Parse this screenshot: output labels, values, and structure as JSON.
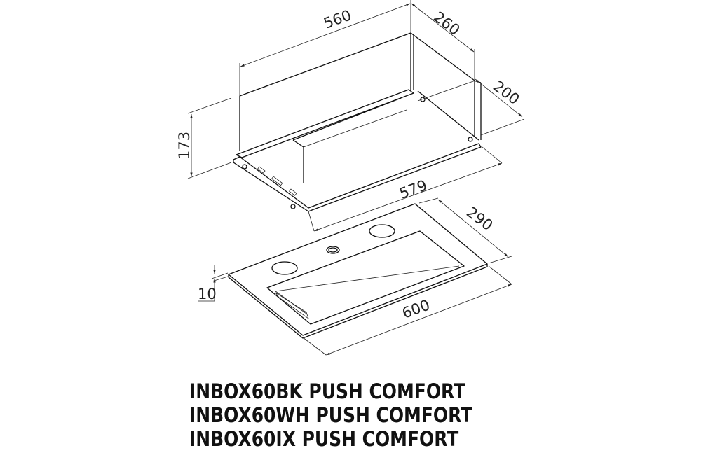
{
  "dimensions": {
    "width_top": "560",
    "depth_top": "260",
    "depth_inner": "200",
    "height": "173",
    "width_frame": "579",
    "panel_depth": "290",
    "panel_thickness": "10",
    "panel_width": "600"
  },
  "models": [
    "INBOX60BK PUSH COMFORT",
    "INBOX60WH PUSH COMFORT",
    "INBOX60IX PUSH COMFORT"
  ]
}
